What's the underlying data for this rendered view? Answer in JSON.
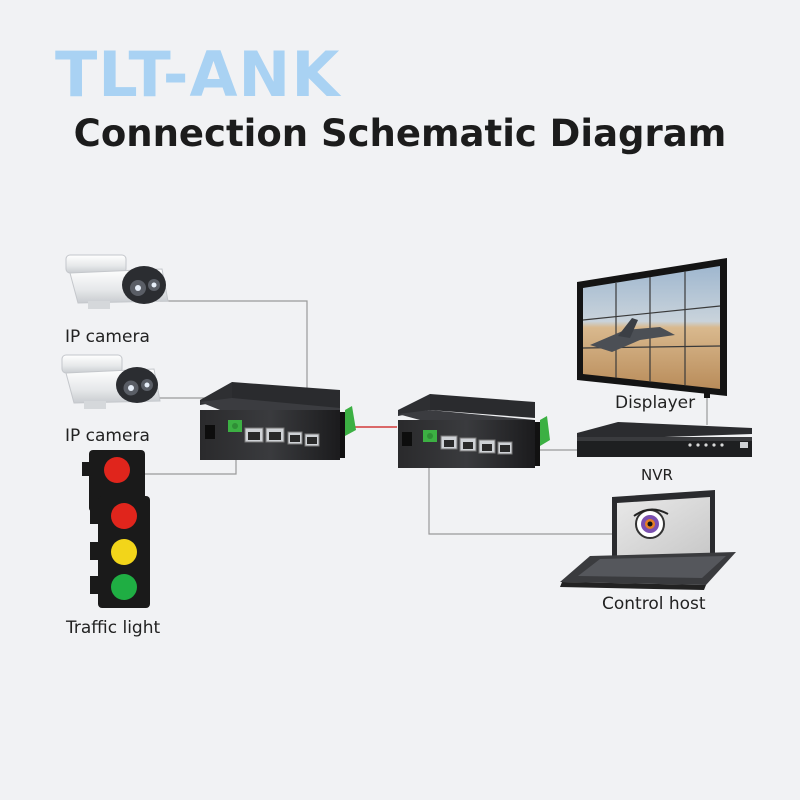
{
  "brand": "TLT-ANK",
  "title": "Connection Schematic Diagram",
  "labels": {
    "ip_camera_1": "IP camera",
    "ip_camera_2": "IP camera",
    "traffic_light": "Traffic light",
    "displayer": "Displayer",
    "nvr": "NVR",
    "control_host": "Control host"
  },
  "colors": {
    "brand": "#a9d2f3",
    "link_line": "#9a9a9a",
    "fiber_line": "#d23a3a",
    "terminal_green": "#3cb043",
    "switch_body": "#1d1d1f",
    "light_red": "#e0251c",
    "light_yellow": "#f2d51a",
    "light_green": "#1fae43"
  }
}
